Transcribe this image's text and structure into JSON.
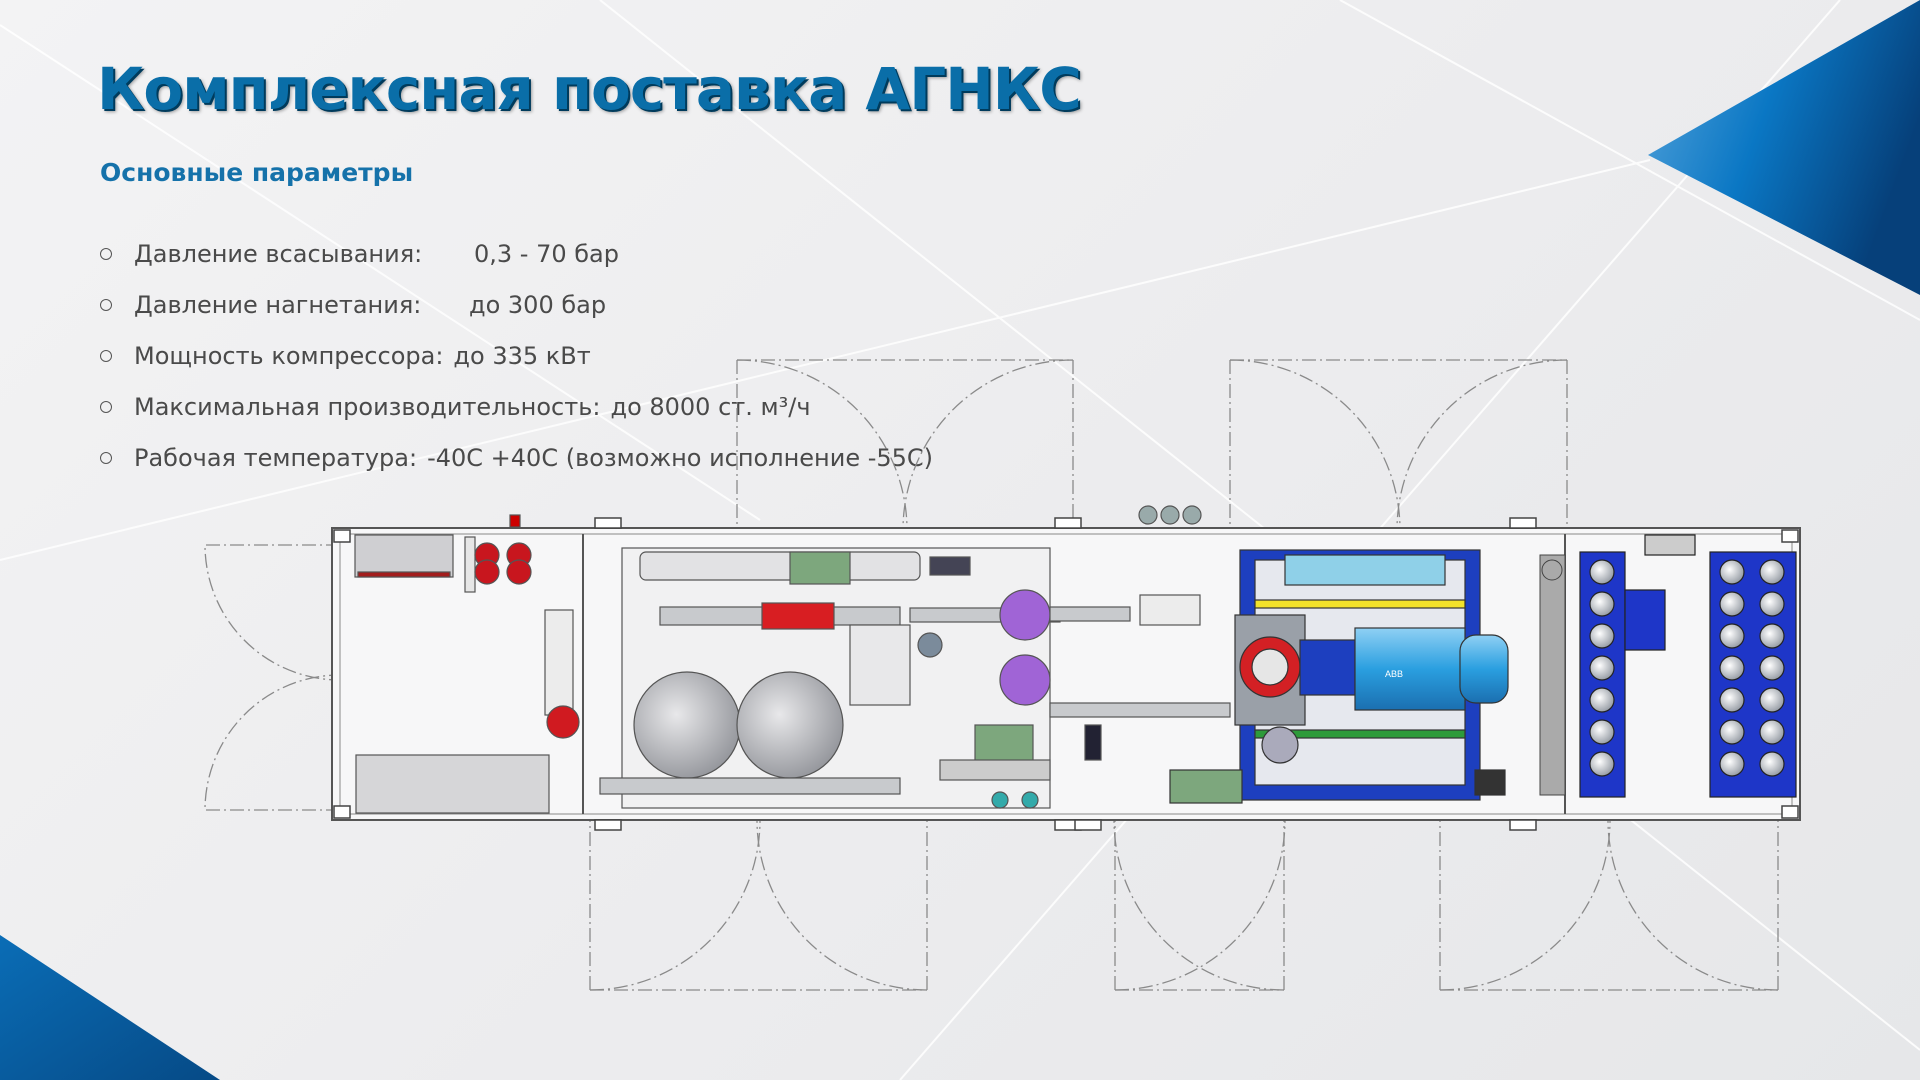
{
  "slide": {
    "title": "Комплексная поставка АГНКС",
    "subtitle": "Основные параметры",
    "colors": {
      "accent": "#0a6ea8",
      "subtitle": "#1572aa",
      "corner": "#0d5f9a"
    },
    "parameters": [
      {
        "label": "Давление всасывания:",
        "value": "0,3 - 70 бар"
      },
      {
        "label": "Давление нагнетания:",
        "value": "до 300 бар"
      },
      {
        "label": "Мощность компрессора:",
        "value": "до 335 кВт"
      },
      {
        "label": "Максимальная производительность:",
        "value": "до 8000 ст. м³/ч"
      },
      {
        "label": "Рабочая температура:",
        "value": "-40С  +40С (возможно исполнение -55С)"
      }
    ]
  },
  "drawing": {
    "motor_badge": "ABB"
  }
}
